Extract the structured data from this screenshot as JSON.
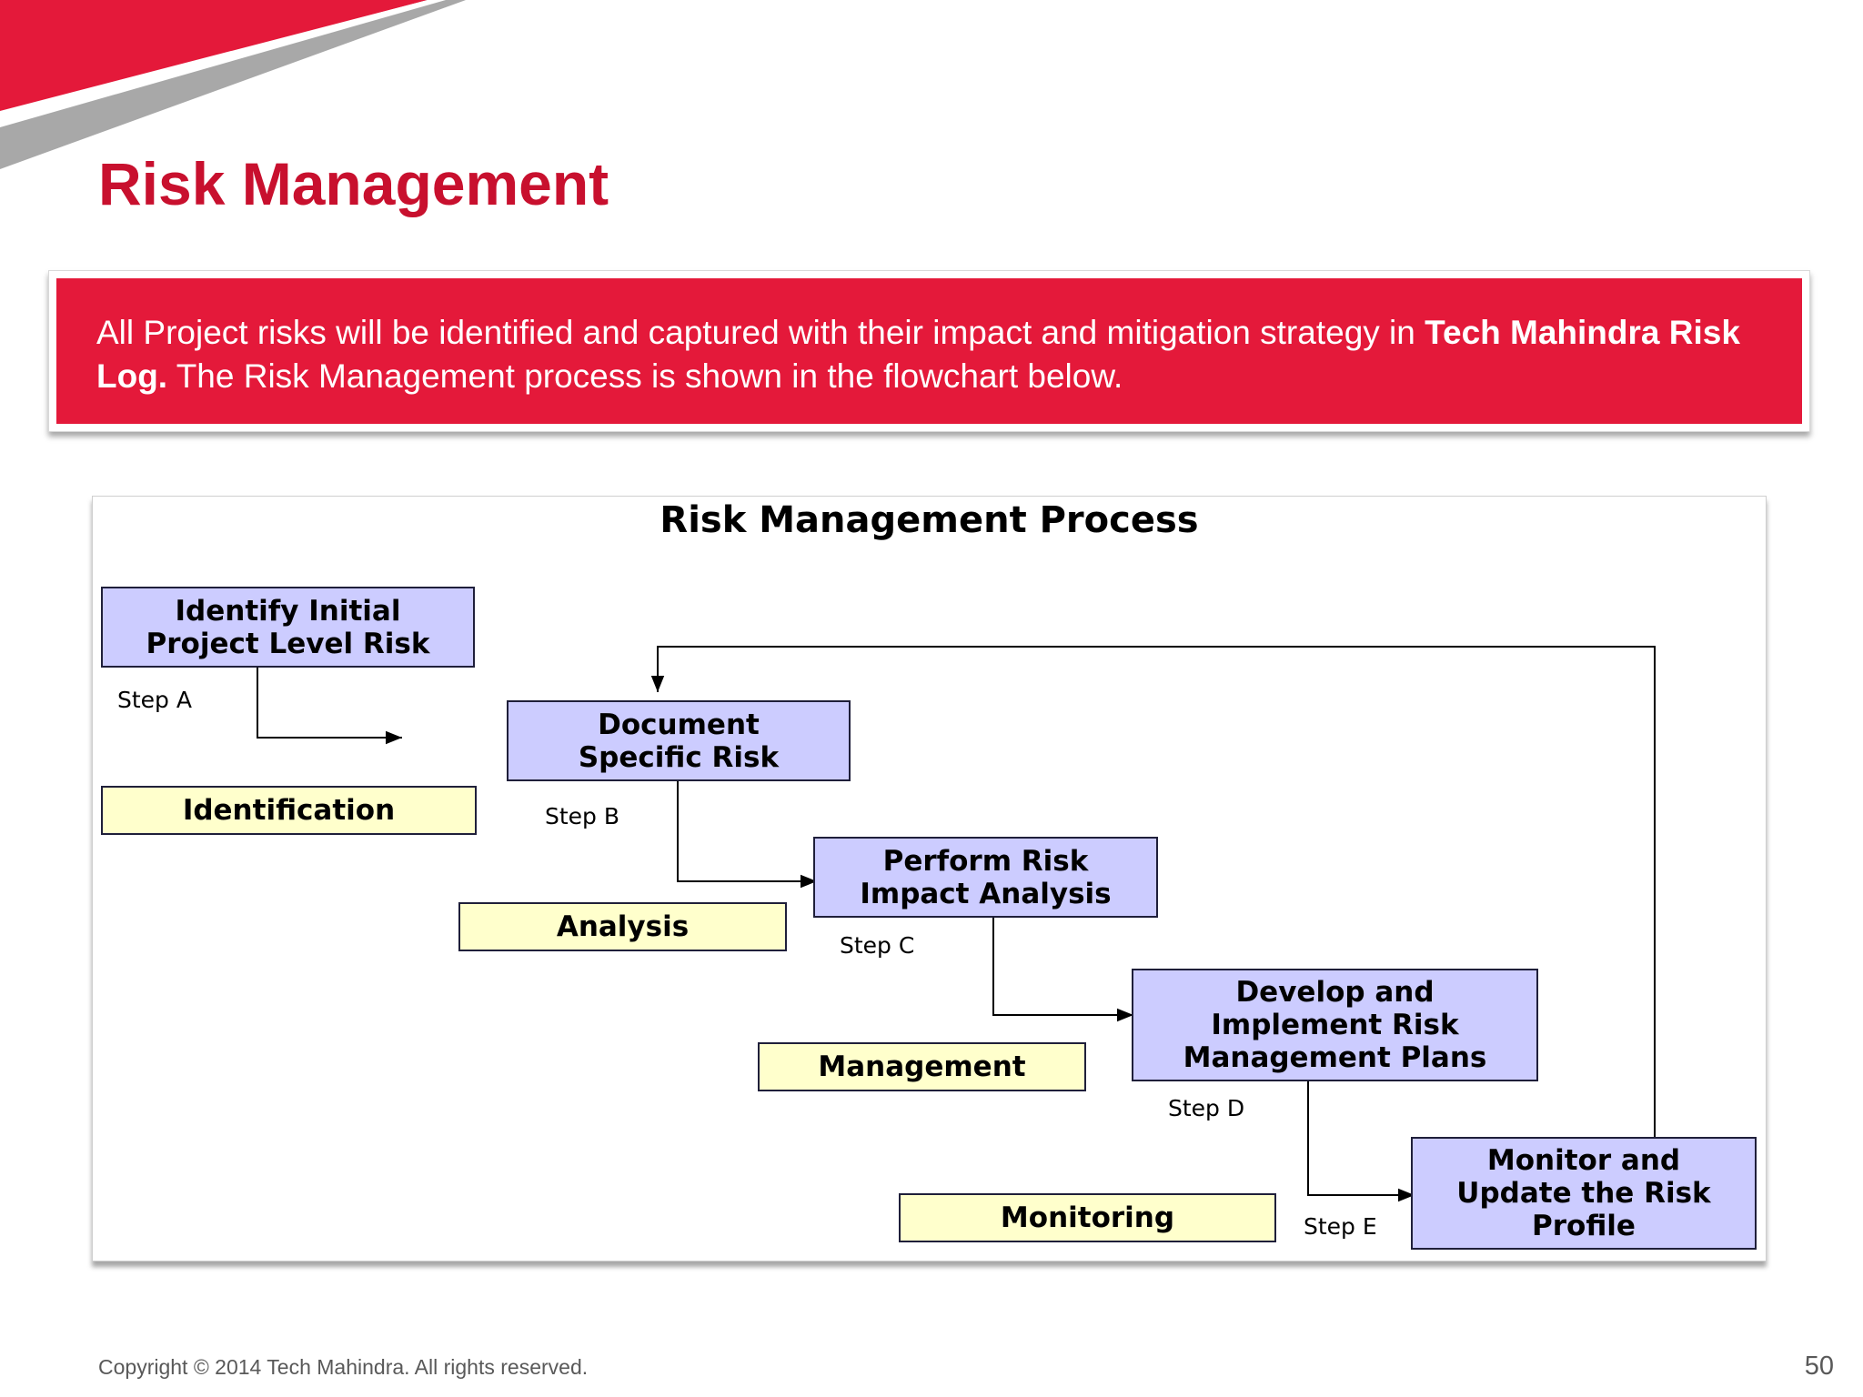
{
  "colors": {
    "brand_red": "#e4193a",
    "title_red": "#c8102e",
    "step_box_fill": "#ccccff",
    "phase_box_fill": "#ffffcc"
  },
  "page": {
    "title": "Risk Management",
    "banner": {
      "text_1": "All Project risks will be identified and captured with their impact and mitigation strategy in ",
      "bold_1": "Tech Mahindra Risk Log.",
      "text_2": " The Risk Management process is shown in the flowchart below."
    },
    "footer": "Copyright © 2014 Tech Mahindra. All rights reserved.",
    "page_number": "50"
  },
  "diagram": {
    "title": "Risk Management Process",
    "steps": [
      {
        "text": "Identify Initial\nProject Level Risk",
        "step_label": "Step A"
      },
      {
        "text": "Document\nSpecific Risk",
        "step_label": "Step B"
      },
      {
        "text": "Perform Risk\nImpact Analysis",
        "step_label": "Step C"
      },
      {
        "text": "Develop and\nImplement Risk\nManagement Plans",
        "step_label": "Step D"
      },
      {
        "text": "Monitor and\nUpdate the Risk\nProfile",
        "step_label": "Step E"
      }
    ],
    "phases": [
      "Identification",
      "Analysis",
      "Management",
      "Monitoring"
    ]
  }
}
